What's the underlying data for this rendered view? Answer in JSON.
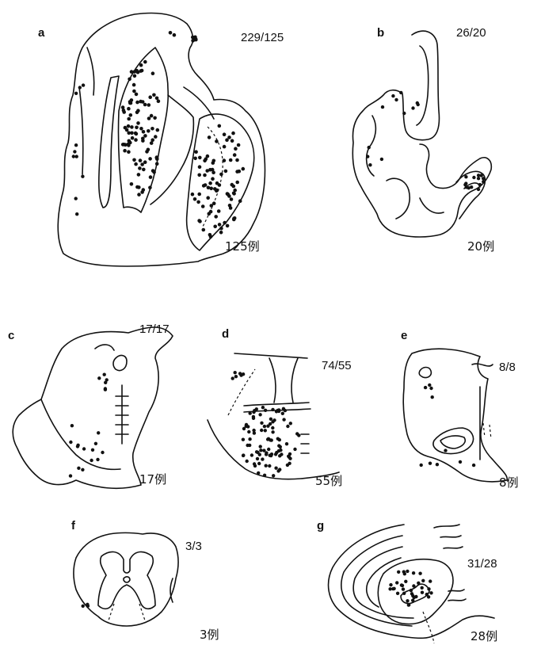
{
  "panels": [
    {
      "key": "a",
      "label": "a",
      "ratio": "229/125",
      "count": "125例"
    },
    {
      "key": "b",
      "label": "b",
      "ratio": "26/20",
      "count": "20例"
    },
    {
      "key": "c",
      "label": "c",
      "ratio": "17/17",
      "count": "17例"
    },
    {
      "key": "d",
      "label": "d",
      "ratio": "74/55",
      "count": "55例"
    },
    {
      "key": "e",
      "label": "e",
      "ratio": "8/8",
      "count": "8例"
    },
    {
      "key": "f",
      "label": "f",
      "ratio": "3/3",
      "count": "3例"
    },
    {
      "key": "g",
      "label": "g",
      "ratio": "31/28",
      "count": "28例"
    }
  ]
}
